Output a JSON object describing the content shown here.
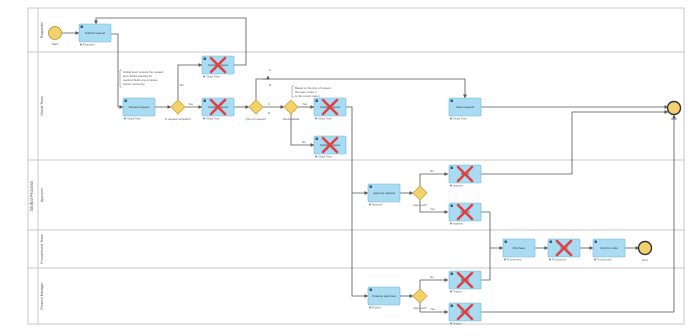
{
  "diagram": {
    "pool_label": "Global Process",
    "lanes": [
      {
        "label": "Requester"
      },
      {
        "label": "Global Team"
      },
      {
        "label": "Approver"
      },
      {
        "label": "Procurement Team"
      },
      {
        "label": "Finance Manager"
      }
    ],
    "events": [
      {
        "id": "start",
        "label": "Start"
      },
      {
        "id": "end1",
        "label": "End"
      },
      {
        "id": "end2",
        "label": "End"
      }
    ],
    "tasks": [
      {
        "id": "t_submit",
        "label": "Submit request",
        "owner": "Requester",
        "cancelled": false
      },
      {
        "id": "t_review",
        "label": "Review request",
        "owner": "Global Team",
        "cancelled": false
      },
      {
        "id": "t_up1",
        "label": "Update request",
        "owner": "Global Team",
        "cancelled": true
      },
      {
        "id": "t_up2",
        "label": "Update request",
        "owner": "Global Team",
        "cancelled": true
      },
      {
        "id": "t_up3",
        "label": "Update request",
        "owner": "Global Team",
        "cancelled": true
      },
      {
        "id": "t_up4",
        "label": "Update request",
        "owner": "Global Team",
        "cancelled": true
      },
      {
        "id": "t_final",
        "label": "Close request",
        "owner": "Global Team",
        "cancelled": false
      },
      {
        "id": "t_appr",
        "label": "Approve request",
        "owner": "Approver",
        "cancelled": false
      },
      {
        "id": "t_ax1",
        "label": "Reject",
        "owner": "Approver",
        "cancelled": true
      },
      {
        "id": "t_ax2",
        "label": "Return",
        "owner": "Approver",
        "cancelled": true
      },
      {
        "id": "t_proc1",
        "label": "Purchase",
        "owner": "Procurement",
        "cancelled": false
      },
      {
        "id": "t_proc2",
        "label": "Order",
        "owner": "Procurement",
        "cancelled": true
      },
      {
        "id": "t_proc3",
        "label": "Confirm order",
        "owner": "Procurement",
        "cancelled": false
      },
      {
        "id": "t_fin",
        "label": "Finance approval",
        "owner": "Finance",
        "cancelled": false
      },
      {
        "id": "t_fx1",
        "label": "Reject",
        "owner": "Finance",
        "cancelled": true
      },
      {
        "id": "t_fx2",
        "label": "Return",
        "owner": "Finance",
        "cancelled": true
      }
    ],
    "gateways": [
      {
        "id": "g1",
        "label": "Is request complete?"
      },
      {
        "id": "g2",
        "label": "Type of request?"
      },
      {
        "id": "g3",
        "label": "Check details"
      },
      {
        "id": "g4",
        "label": "Approved?"
      },
      {
        "id": "g5",
        "label": "Approved?"
      }
    ],
    "notes": [
      {
        "id": "note1",
        "lines": [
          "Global team reviews the request",
          "and checks whether all",
          "required fields are complete",
          "before continuing"
        ]
      },
      {
        "id": "note2",
        "lines": [
          "Based on the type of request",
          "the team routes it",
          "to the correct owner"
        ]
      }
    ],
    "flow_labels": {
      "yes": "Yes",
      "no": "No",
      "a": "A",
      "b": "B",
      "c": "C",
      "d": "D"
    },
    "colors": {
      "task_fill": "#a9dcf3",
      "task_stroke": "#6fb7dc",
      "gateway_fill": "#f3d16b",
      "gateway_stroke": "#c9a43a",
      "event_fill": "#f4d06e",
      "event_stroke": "#b8911f",
      "cross": "#e04040",
      "lane_line": "#c8c8c8",
      "flow": "#555555",
      "note": "#777777",
      "text": "#333333"
    }
  }
}
